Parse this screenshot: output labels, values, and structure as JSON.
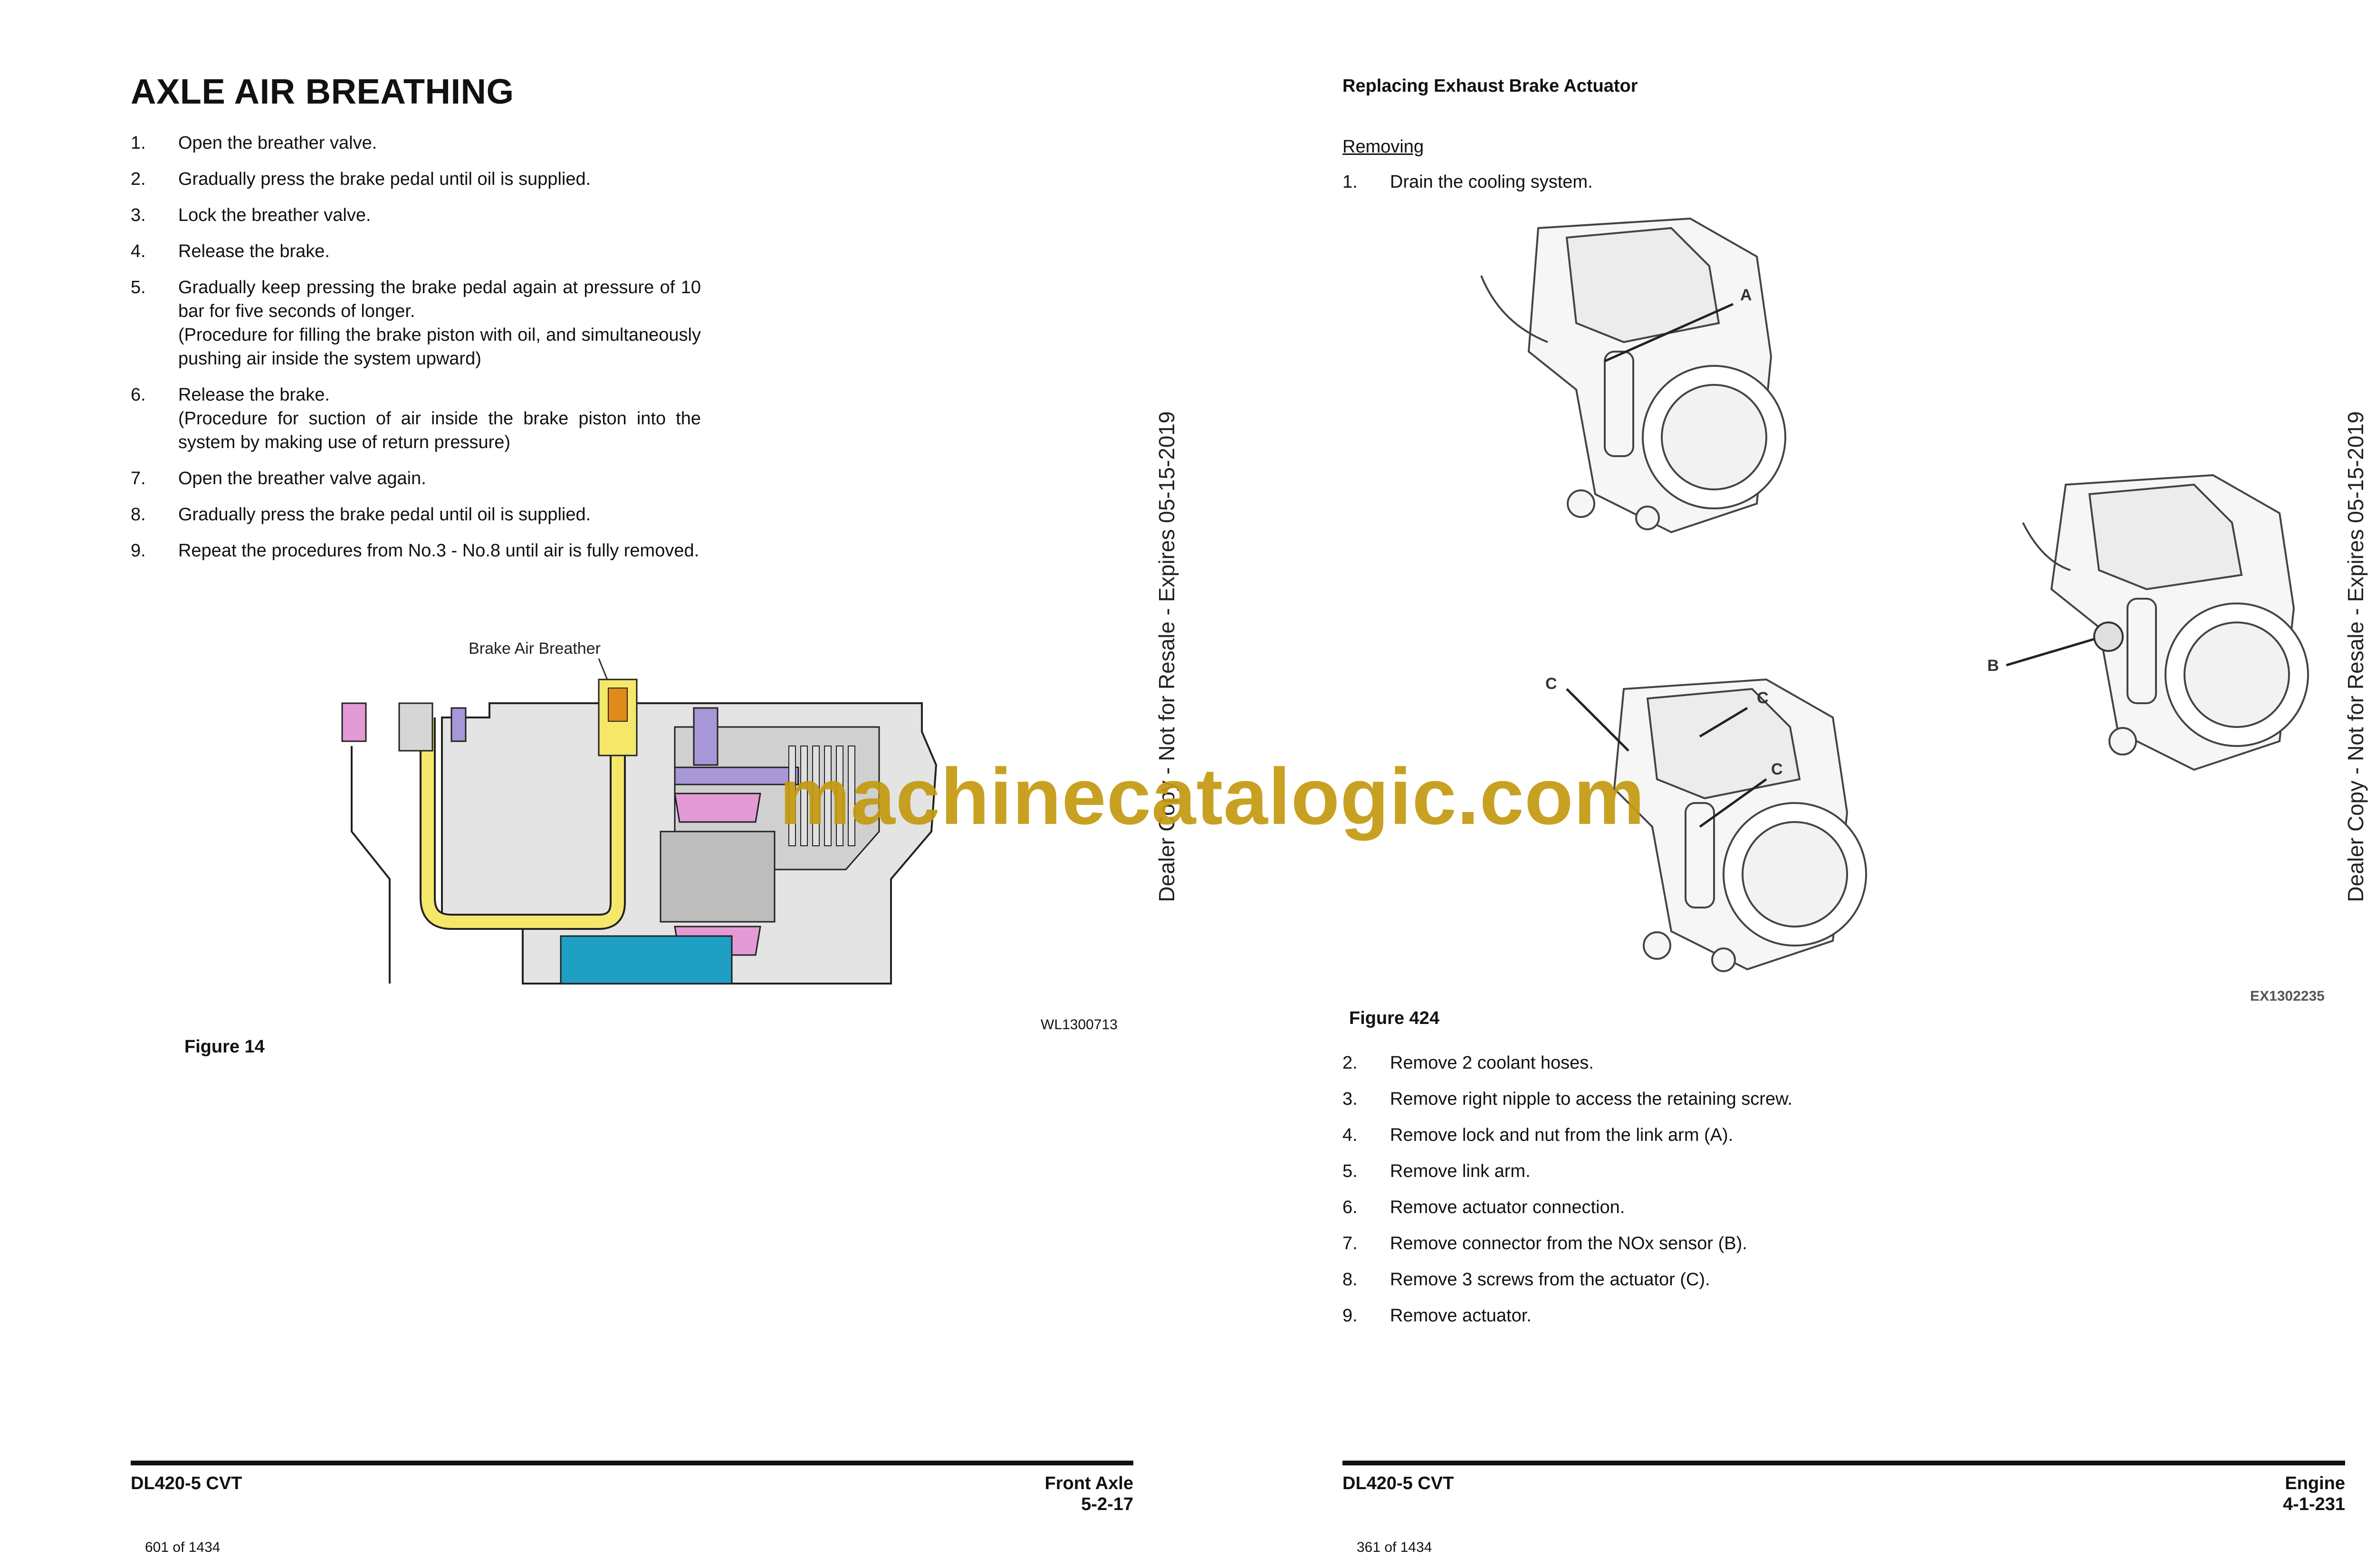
{
  "left_page": {
    "title": "AXLE AIR BREATHING",
    "steps": [
      {
        "num": "1.",
        "text": "Open the breather valve."
      },
      {
        "num": "2.",
        "text": "Gradually press the brake pedal until oil is supplied."
      },
      {
        "num": "3.",
        "text": "Lock the breather valve."
      },
      {
        "num": "4.",
        "text": "Release the brake."
      },
      {
        "num": "5.",
        "text": "Gradually keep pressing the brake pedal again at pressure of 10 bar for five seconds of longer.\n(Procedure for filling the brake piston with oil, and simultaneously pushing air inside the system upward)"
      },
      {
        "num": "6.",
        "text": "Release the brake.\n(Procedure for suction of air inside the brake piston into the system by making use of return pressure)"
      },
      {
        "num": "7.",
        "text": "Open the breather valve again."
      },
      {
        "num": "8.",
        "text": "Gradually press the brake pedal until oil is supplied."
      },
      {
        "num": "9.",
        "text": "Repeat the procedures from No.3 - No.8 until air is fully removed."
      }
    ],
    "figure_inset_label": "Brake Air Breather",
    "figure_code": "WL1300713",
    "figure_label": "Figure 14",
    "footer_model": "DL420-5 CVT",
    "footer_section": "Front Axle",
    "footer_page": "5-2-17",
    "page_count": "601 of 1434"
  },
  "right_page": {
    "title": "Replacing Exhaust Brake Actuator",
    "subheading": "Removing",
    "steps_before": [
      {
        "num": "1.",
        "text": "Drain the cooling system."
      }
    ],
    "callouts": {
      "a": "A",
      "b": "B",
      "c": "C"
    },
    "figure_code": "EX1302235",
    "figure_label": "Figure 424",
    "steps_after": [
      {
        "num": "2.",
        "text": "Remove 2 coolant hoses."
      },
      {
        "num": "3.",
        "text": "Remove right nipple to access the retaining screw."
      },
      {
        "num": "4.",
        "text": "Remove lock and nut from the link arm (A)."
      },
      {
        "num": "5.",
        "text": "Remove link arm."
      },
      {
        "num": "6.",
        "text": "Remove actuator connection."
      },
      {
        "num": "7.",
        "text": "Remove connector from the NOx sensor (B)."
      },
      {
        "num": "8.",
        "text": "Remove 3 screws from the actuator (C)."
      },
      {
        "num": "9.",
        "text": "Remove actuator."
      }
    ],
    "footer_model": "DL420-5 CVT",
    "footer_section": "Engine",
    "footer_page": "4-1-231",
    "page_count": "361 of 1434"
  },
  "watermarks": {
    "side_text": "Dealer Copy - Not for Resale - Expires 05-15-2019",
    "center_text": "machinecatalogic.com"
  },
  "colors": {
    "text": "#111111",
    "watermark_gold": "#c49a10",
    "oil_yellow": "#f5e76a",
    "seal_purple": "#a897d6",
    "piston_pink": "#e49ad6",
    "housing_gray": "#c9c9c9",
    "cyan_block": "#1f9fc4"
  }
}
